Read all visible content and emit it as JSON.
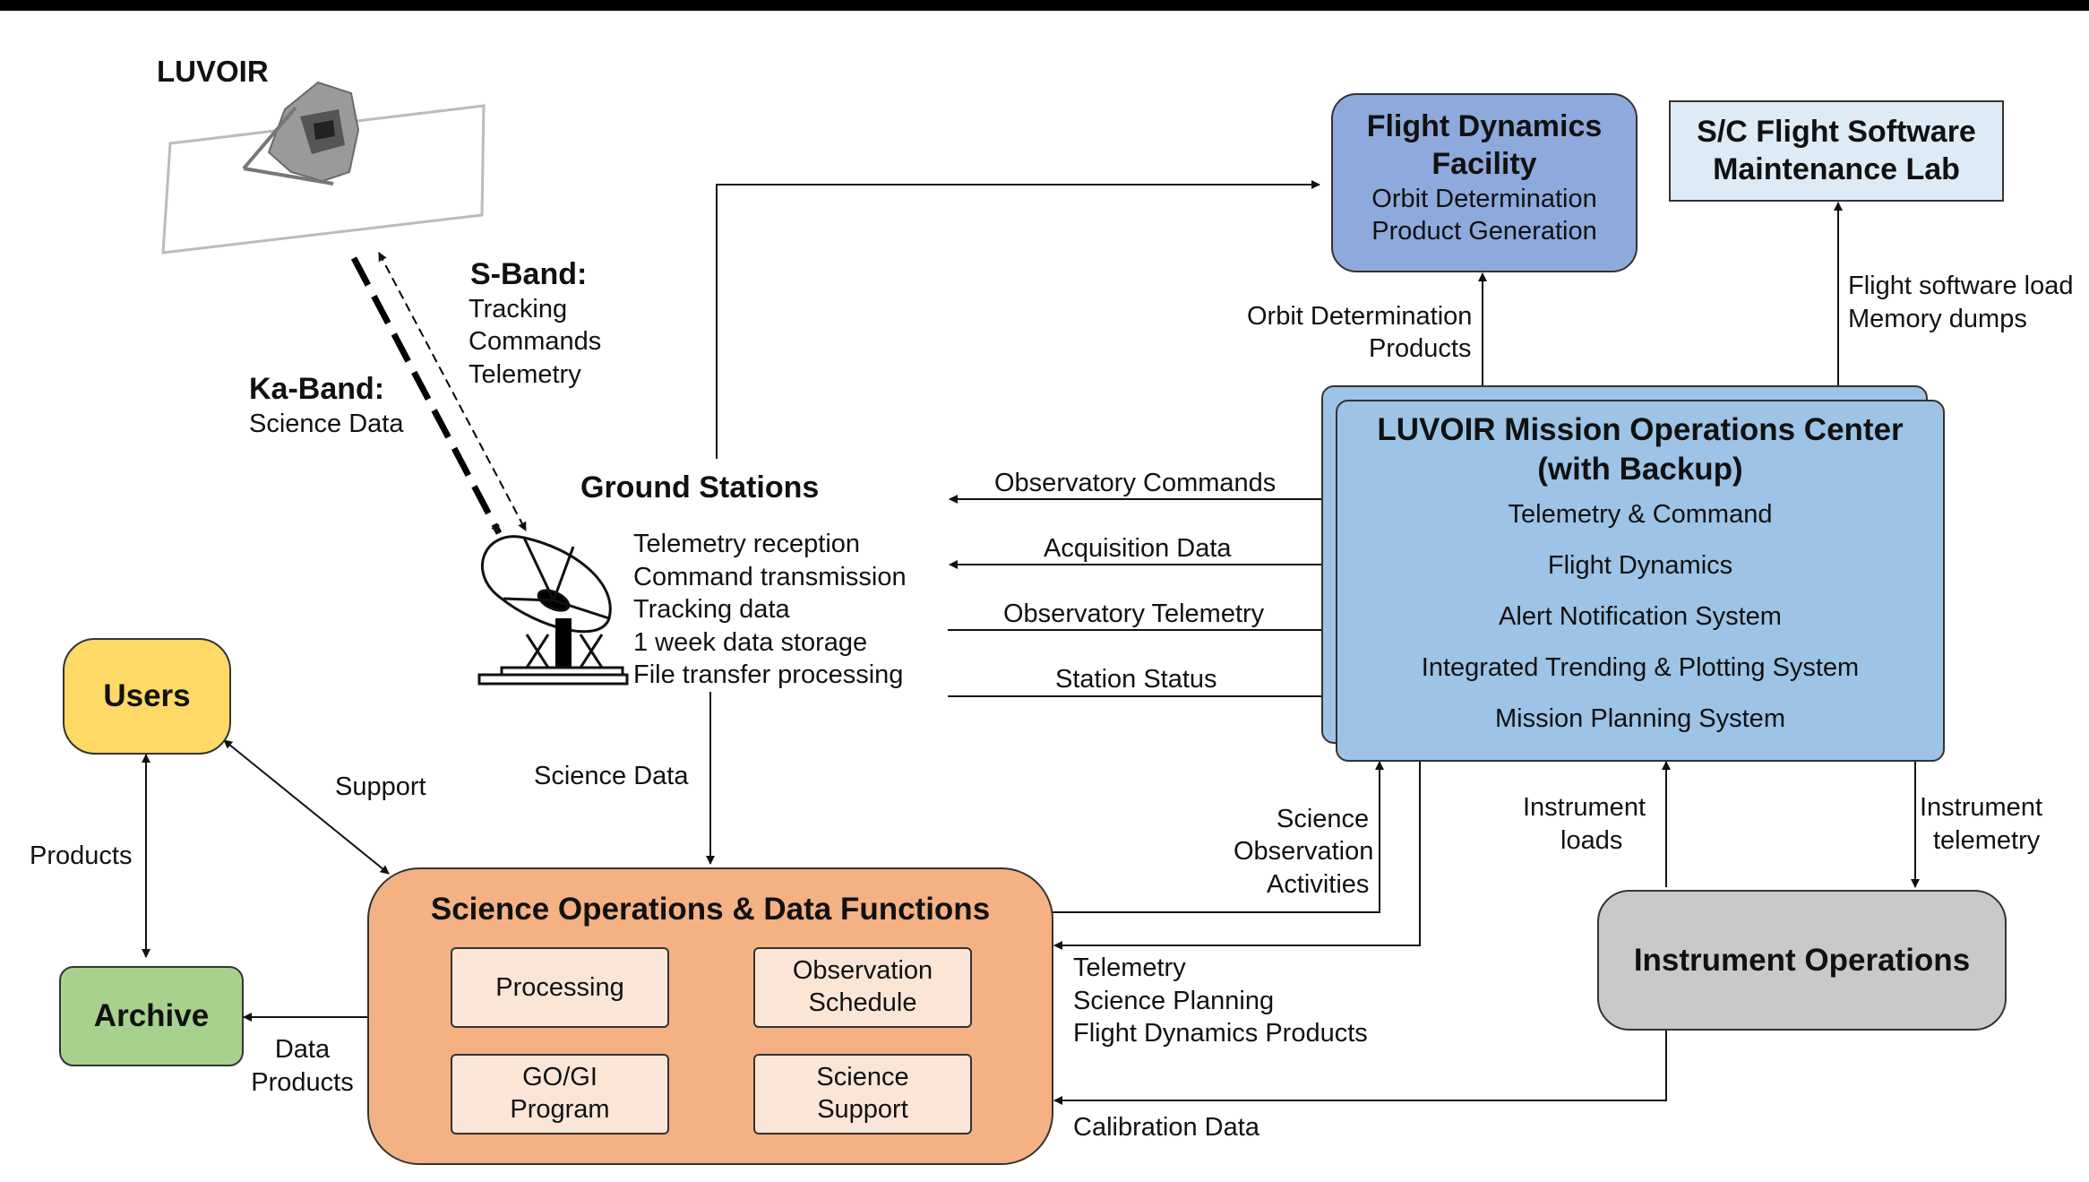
{
  "spacecraft": {
    "label": "LUVOIR"
  },
  "links": {
    "sband_title": "S-Band:",
    "sband_items": [
      "Tracking",
      "Commands",
      "Telemetry"
    ],
    "kaband_title": "Ka-Band:",
    "kaband_items": [
      "Science Data"
    ]
  },
  "ground_stations": {
    "title": "Ground Stations",
    "items": [
      "Telemetry reception",
      "Command transmission",
      "Tracking data",
      "1 week data storage",
      "File transfer processing"
    ]
  },
  "fdf": {
    "title_line1": "Flight Dynamics",
    "title_line2": "Facility",
    "items": [
      "Orbit Determination",
      "Product Generation"
    ],
    "color": "#8EA9DB"
  },
  "sc_lab": {
    "title_line1": "S/C Flight Software",
    "title_line2": "Maintenance Lab",
    "color": "#DDEBF7"
  },
  "moc": {
    "title_line1": "LUVOIR Mission Operations Center",
    "title_line2": "(with Backup)",
    "items": [
      "Telemetry  & Command",
      "Flight Dynamics",
      "Alert Notification System",
      "Integrated  Trending  & Plotting System",
      "Mission Planning System"
    ],
    "color": "#9DC3E6"
  },
  "users": {
    "label": "Users",
    "color": "#FFD966"
  },
  "archive": {
    "label": "Archive",
    "color": "#A9D18E"
  },
  "sodf": {
    "title": "Science Operations & Data Functions",
    "cells": [
      {
        "line1": "Processing",
        "line2": ""
      },
      {
        "line1": "Observation",
        "line2": "Schedule"
      },
      {
        "line1": "GO/GI",
        "line2": "Program"
      },
      {
        "line1": "Science",
        "line2": "Support"
      }
    ],
    "color": "#F4B183",
    "cell_color": "#FBE5D6"
  },
  "instrument_ops": {
    "label": "Instrument Operations",
    "color": "#C9C9C9"
  },
  "flows": {
    "observatory_commands": "Observatory  Commands",
    "acquisition_data": "Acquisition Data",
    "observatory_telemetry": "Observatory  Telemetry",
    "station_status": "Station Status",
    "orbit_det_products": [
      "Orbit Determination",
      "Products"
    ],
    "flight_sw": [
      "Flight software  load",
      "Memory dumps"
    ],
    "science_data": "Science Data",
    "support": "Support",
    "products": "Products",
    "data_products": [
      "Data",
      "Products"
    ],
    "science_obs_activities": [
      "Science",
      "Observation",
      "Activities"
    ],
    "telemetry_bundle": [
      "Telemetry",
      "Science Planning",
      "Flight Dynamics Products"
    ],
    "instrument_loads": [
      "Instrument",
      "loads"
    ],
    "instrument_telemetry": [
      "Instrument",
      "telemetry"
    ],
    "calibration_data": "Calibration  Data"
  }
}
